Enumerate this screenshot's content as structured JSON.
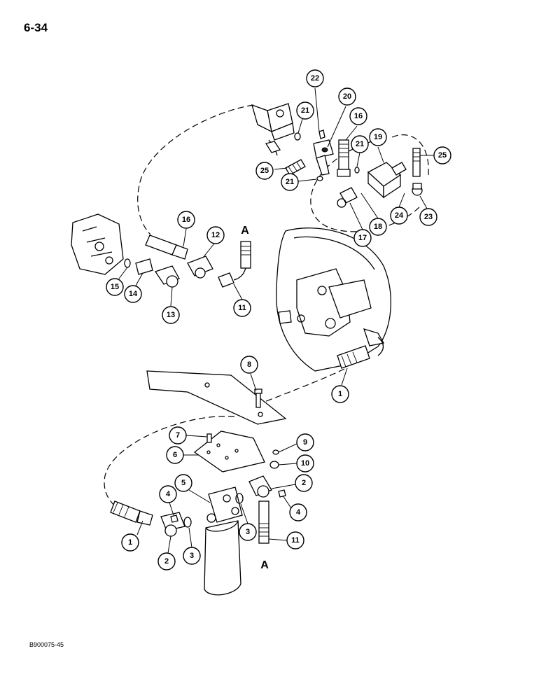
{
  "page_number": "6-34",
  "figure_code": "B900075-45",
  "callouts": [
    "22",
    "20",
    "21",
    "16",
    "19",
    "21",
    "25",
    "25",
    "21",
    "24",
    "23",
    "18",
    "17",
    "16",
    "12",
    "15",
    "14",
    "13",
    "11",
    "1",
    "8",
    "7",
    "6",
    "9",
    "10",
    "5",
    "4",
    "2",
    "4",
    "1",
    "2",
    "3",
    "3",
    "11"
  ],
  "connection_letters": [
    "A",
    "A"
  ]
}
